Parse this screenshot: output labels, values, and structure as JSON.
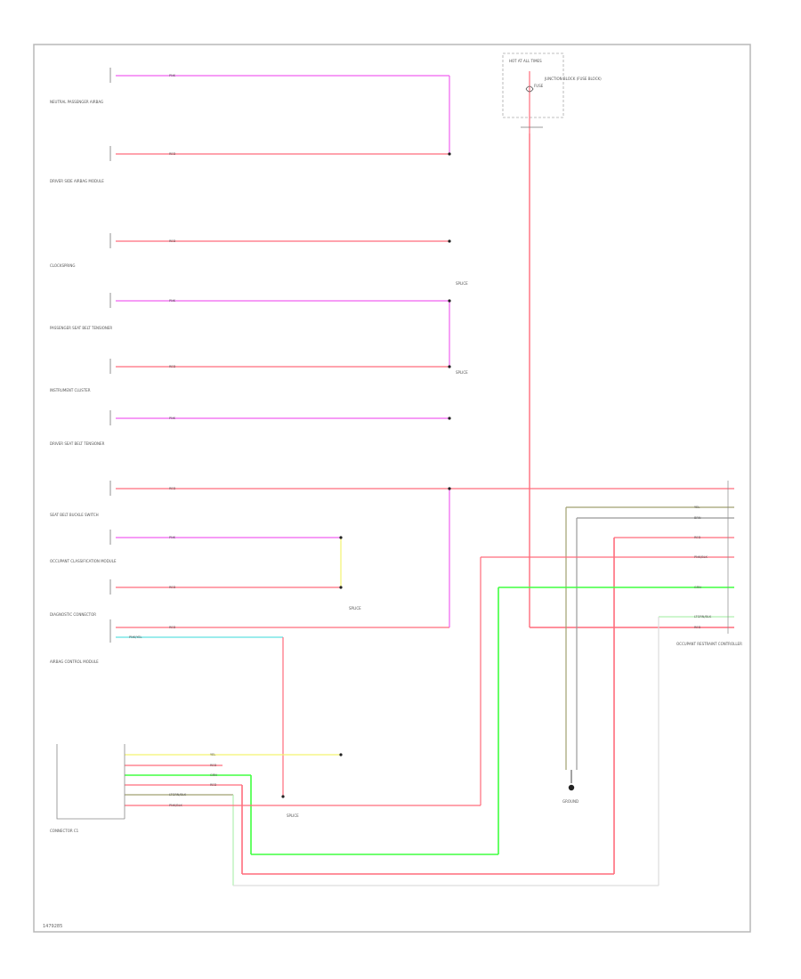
{
  "footer_code": "1479285",
  "upper_right": {
    "module_label": "HOT AT ALL TIMES",
    "fuse_label": "FUSE",
    "fuse_block_label": "JUNCTION BLOCK (FUSE BLOCK)"
  },
  "wire_labels": {
    "pnk": "PNK",
    "yel": "YEL",
    "grn": "GRN",
    "brn": "BRN",
    "red": "RED",
    "pnk_yel": "PNK/YEL",
    "ltgrn_blk": "LTGRN/BLK",
    "pnk_blk": "PNK/BLK"
  },
  "left_components": [
    {
      "label": "NEUTRAL PASSENGER AIRBAG"
    },
    {
      "label": "DRIVER SIDE AIRBAG MODULE"
    },
    {
      "label": "CLOCKSPRING"
    },
    {
      "label": "PASSENGER SEAT BELT TENSIONER"
    },
    {
      "label": "INSTRUMENT CLUSTER"
    },
    {
      "label": "DRIVER SEAT BELT TENSIONER"
    },
    {
      "label": "SEAT BELT BUCKLE SWITCH"
    },
    {
      "label": "OCCUPANT CLASSIFICATION MODULE"
    },
    {
      "label": "DIAGNOSTIC CONNECTOR"
    },
    {
      "label": "AIRBAG CONTROL MODULE"
    },
    {
      "label": "CONNECTOR C1"
    }
  ],
  "right_labels": {
    "splice_top": "SPLICE",
    "splice_mid": "SPLICE",
    "splice_bottom": "SPLICE",
    "right_module": "OCCUPANT RESTRAINT CONTROLLER",
    "ground": "GROUND",
    "center_splice": "SPLICE"
  },
  "legend": {
    "colors": {
      "pink": "#f060f0",
      "red": "#ff6c7c",
      "yellow": "#f4f470",
      "green": "#40ff40",
      "cyan": "#5fe0e0",
      "olive": "#a0a070",
      "ltgreen": "#b0f0b0",
      "grey": "#999999"
    }
  }
}
